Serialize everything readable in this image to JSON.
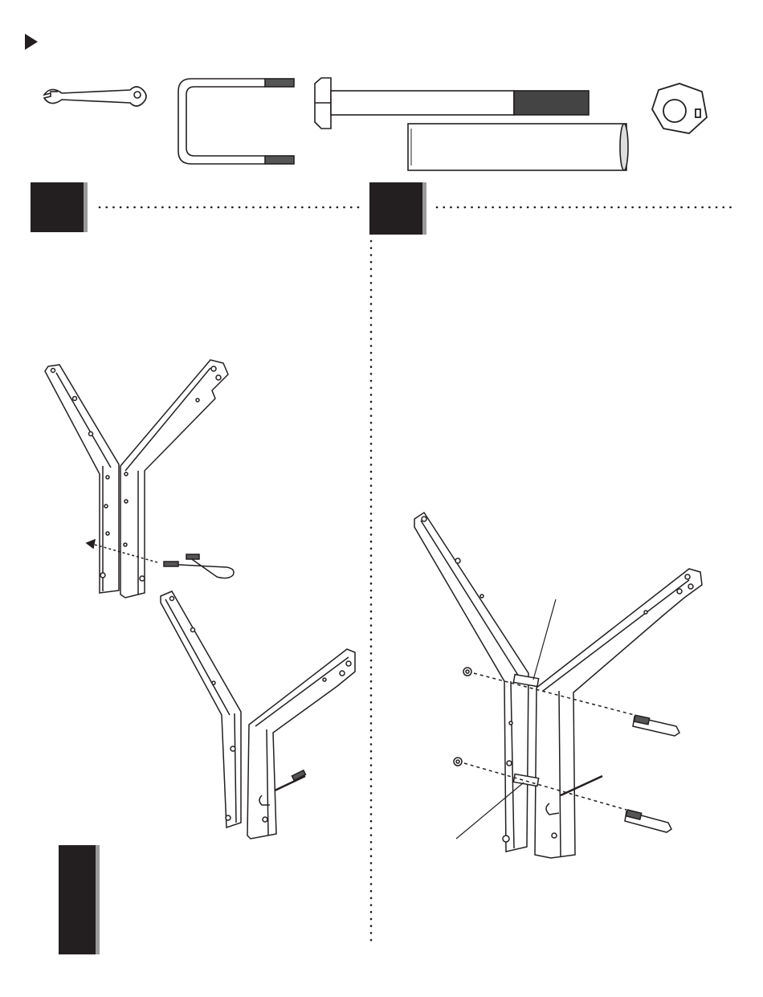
{
  "page": {
    "marker_icon": "right-triangle-icon",
    "parts_strip": [
      {
        "name": "wrench",
        "icon": "wrench-icon"
      },
      {
        "name": "u-bolt",
        "icon": "u-bolt-icon"
      },
      {
        "name": "hex-bolt",
        "icon": "hex-bolt-icon"
      },
      {
        "name": "spacer-tube",
        "icon": "spacer-tube-icon"
      },
      {
        "name": "hex-nut",
        "icon": "hex-nut-icon"
      }
    ],
    "steps": [
      {
        "number": "",
        "icon": "step-badge"
      },
      {
        "number": "",
        "icon": "step-badge"
      },
      {
        "number": "",
        "icon": "step-badge"
      }
    ],
    "colors": {
      "ink": "#231f20",
      "badge_shadow": "#9a9a9a",
      "paper": "#ffffff"
    }
  }
}
